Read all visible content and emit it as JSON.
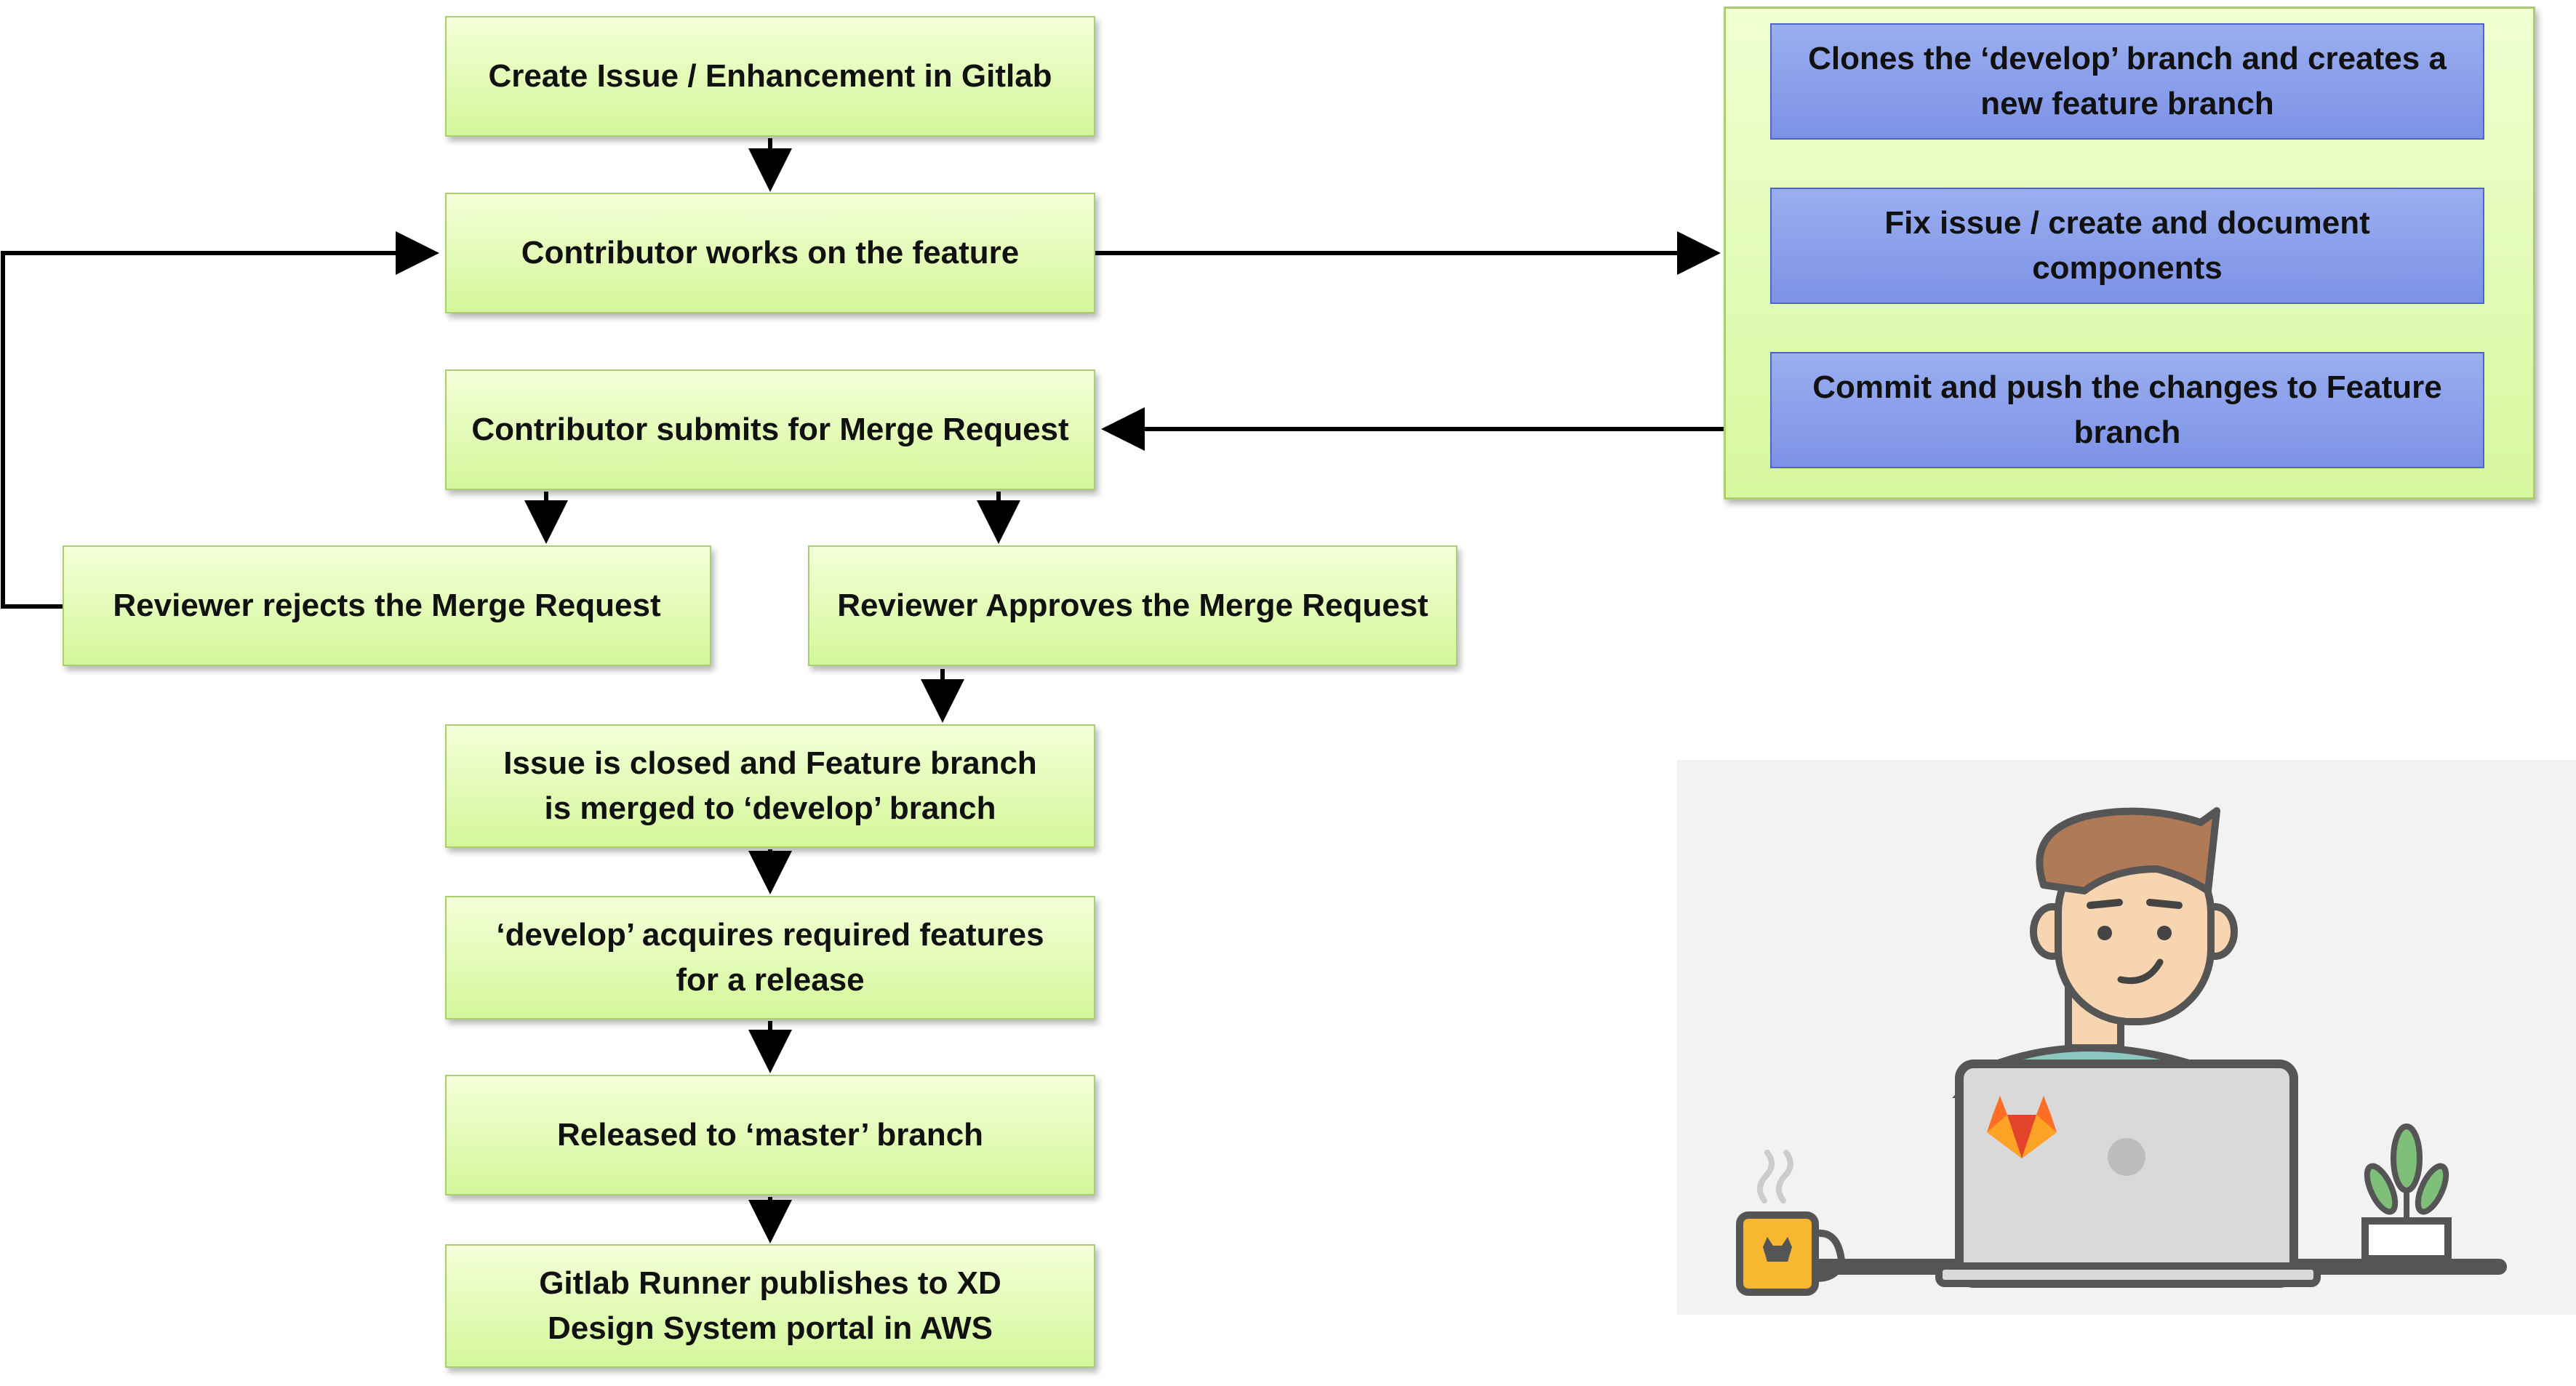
{
  "flow": {
    "create_issue": "Create Issue / Enhancement in Gitlab",
    "contributor_works": "Contributor works on the feature",
    "submits_mr": "Contributor submits for Merge Request",
    "reviewer_rejects": "Reviewer rejects the Merge Request",
    "reviewer_approves": "Reviewer Approves the Merge Request",
    "issue_closed": "Issue is closed and Feature branch is merged to ‘develop’ branch",
    "develop_acquires": "‘develop’ acquires required features for a release",
    "released_master": "Released to ‘master’ branch",
    "runner_publishes": "Gitlab Runner publishes to XD Design System portal in AWS"
  },
  "dev_steps": {
    "clone": "Clones the ‘develop’ branch and creates a new feature branch",
    "fix": "Fix issue / create and document components",
    "commit": "Commit and push the changes to Feature branch"
  },
  "colors": {
    "green_fill": "#d4f79a",
    "green_border": "#a9cf72",
    "blue_fill": "#8a9fea",
    "blue_border": "#4f66c9",
    "arrow": "#000000",
    "gitlab_orange": "#fc6d26"
  },
  "illustration": {
    "subject": "developer-with-laptop",
    "logo": "gitlab-fox-logo"
  }
}
